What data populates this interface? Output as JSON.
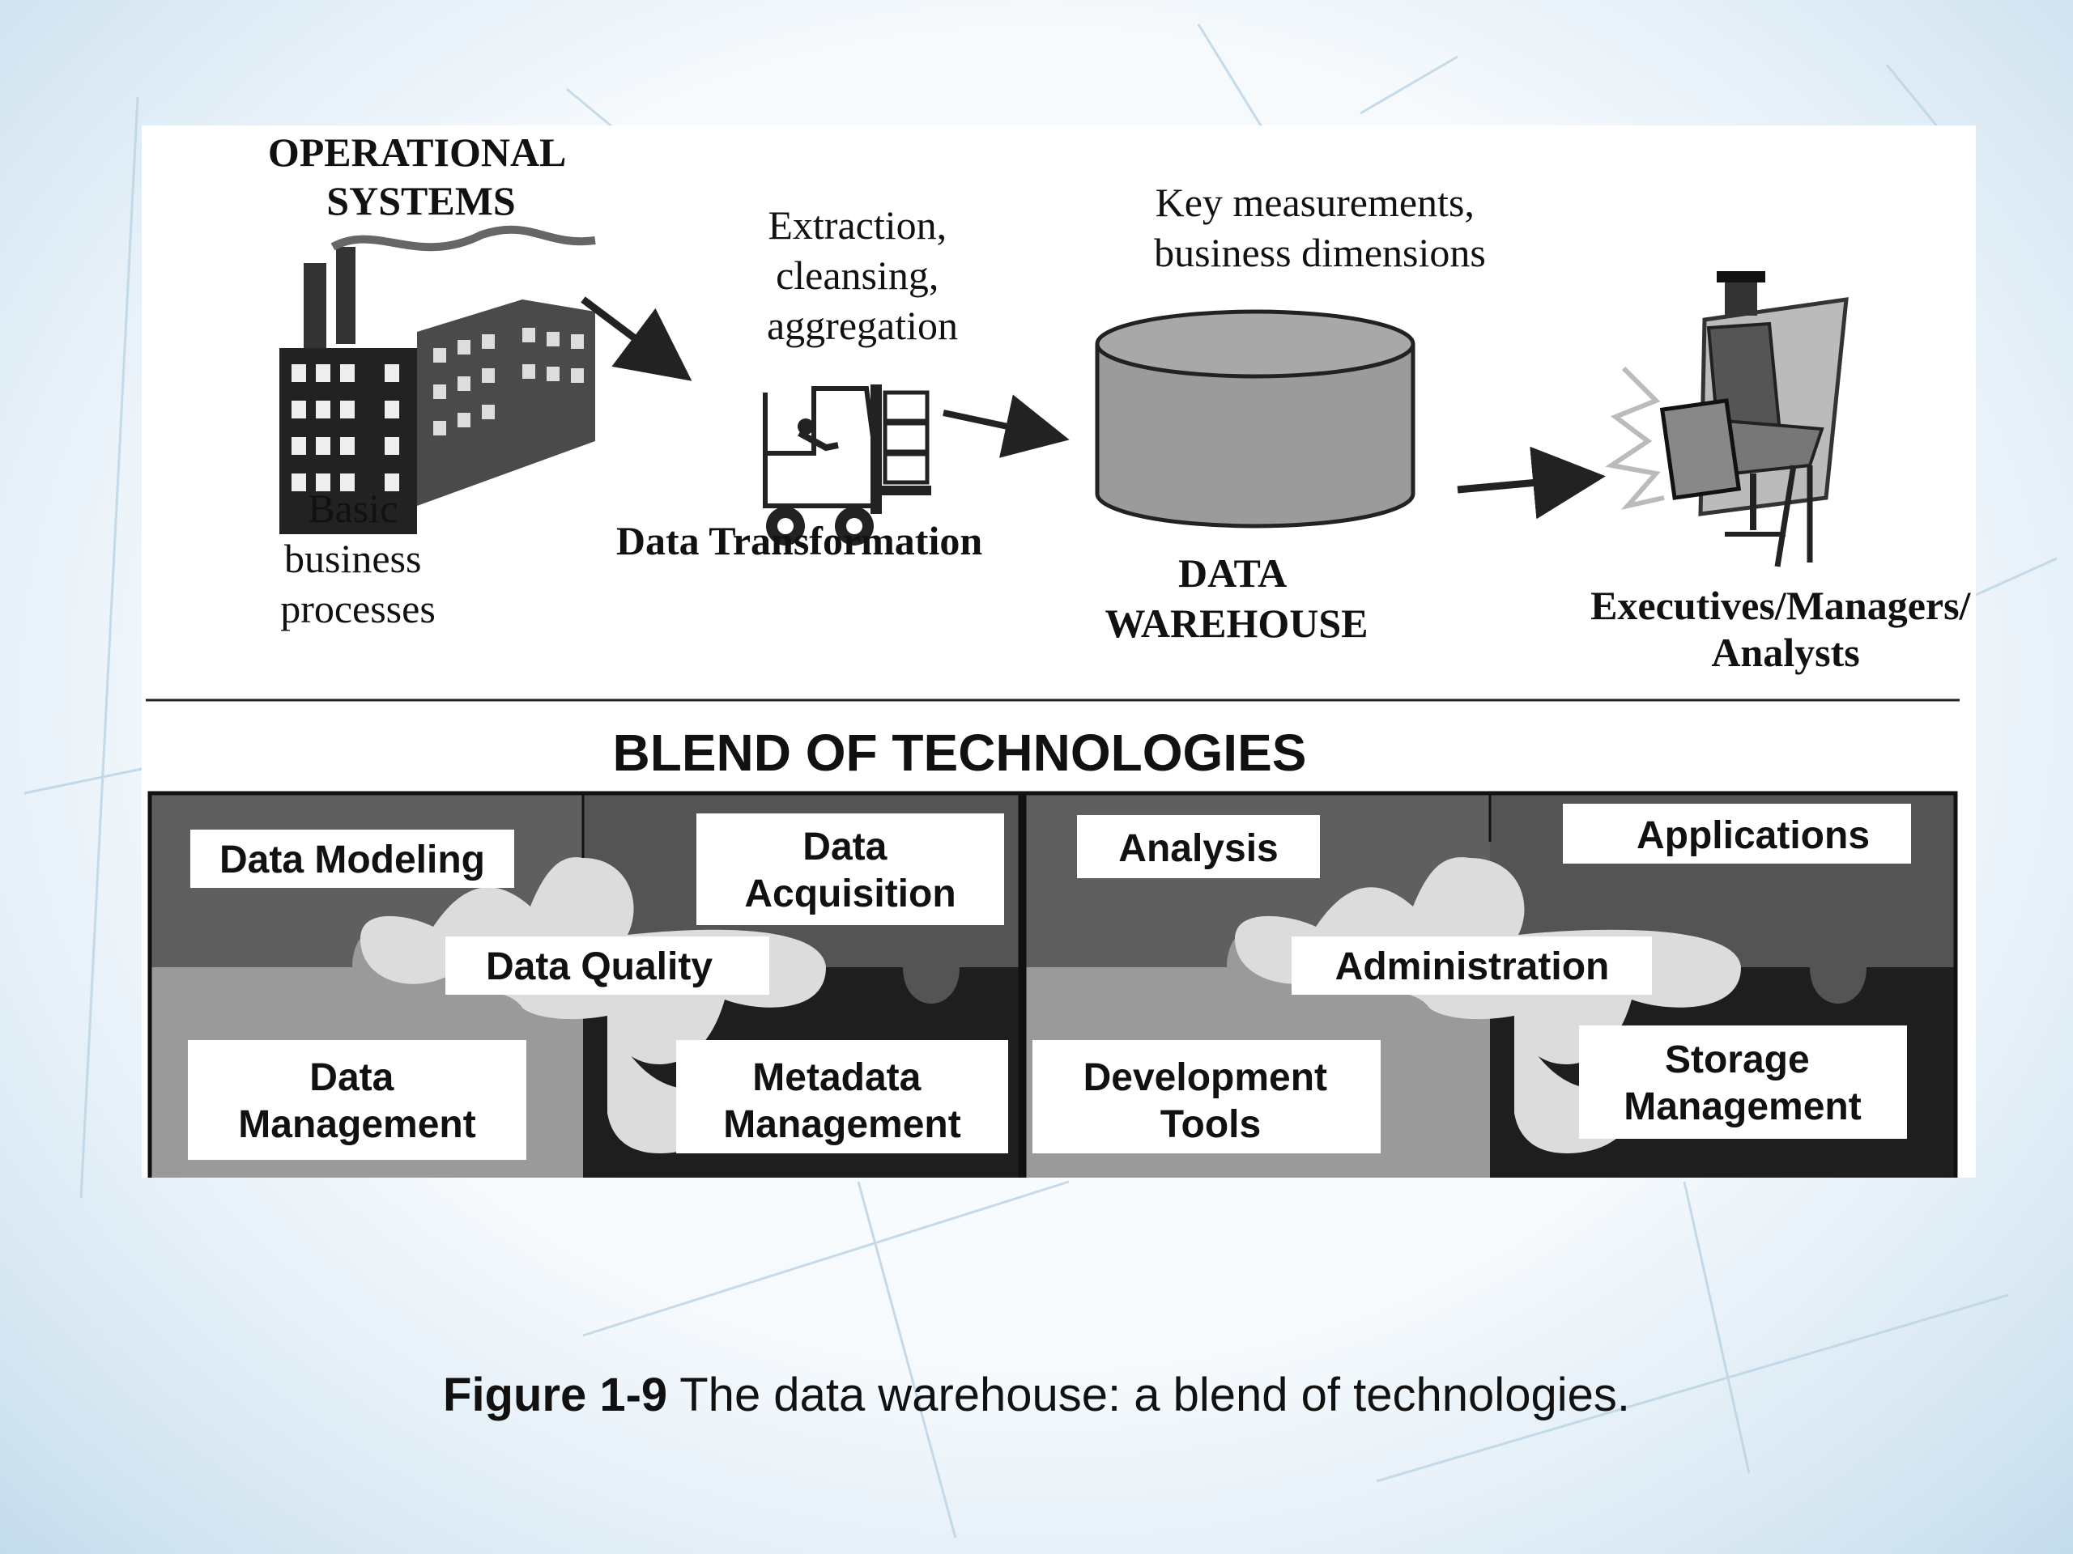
{
  "top": {
    "operational_systems": [
      "OPERATIONAL",
      "SYSTEMS"
    ],
    "basic_processes": [
      "Basic",
      "business",
      "processes"
    ],
    "extraction": [
      "Extraction,",
      "cleansing,",
      "aggregation"
    ],
    "data_transformation": "Data Transformation",
    "key_measurements": [
      "Key measurements,",
      "business dimensions"
    ],
    "data_warehouse": [
      "DATA",
      "WAREHOUSE"
    ],
    "users": [
      "Executives/Managers/",
      "Analysts"
    ]
  },
  "blend": {
    "heading": "BLEND  OF  TECHNOLOGIES",
    "left": {
      "data_modeling": "Data Modeling",
      "data_acquisition": [
        "Data",
        "Acquisition"
      ],
      "data_quality": "Data Quality",
      "data_management": [
        "Data",
        "Management"
      ],
      "metadata_management": [
        "Metadata",
        "Management"
      ]
    },
    "right": {
      "analysis": "Analysis",
      "applications": "Applications",
      "administration": "Administration",
      "development_tools": [
        "Development",
        "Tools"
      ],
      "storage_management": [
        "Storage",
        "Management"
      ]
    }
  },
  "caption": {
    "label": "Figure 1-9",
    "text": " The data warehouse: a blend of technologies."
  },
  "colors": {
    "piece_dark": "#5f5f5f",
    "piece_mid": "#9a9a9a",
    "piece_light": "#dcdcdc",
    "piece_black": "#1e1e1e",
    "cylinder": "#9b9b9b"
  }
}
